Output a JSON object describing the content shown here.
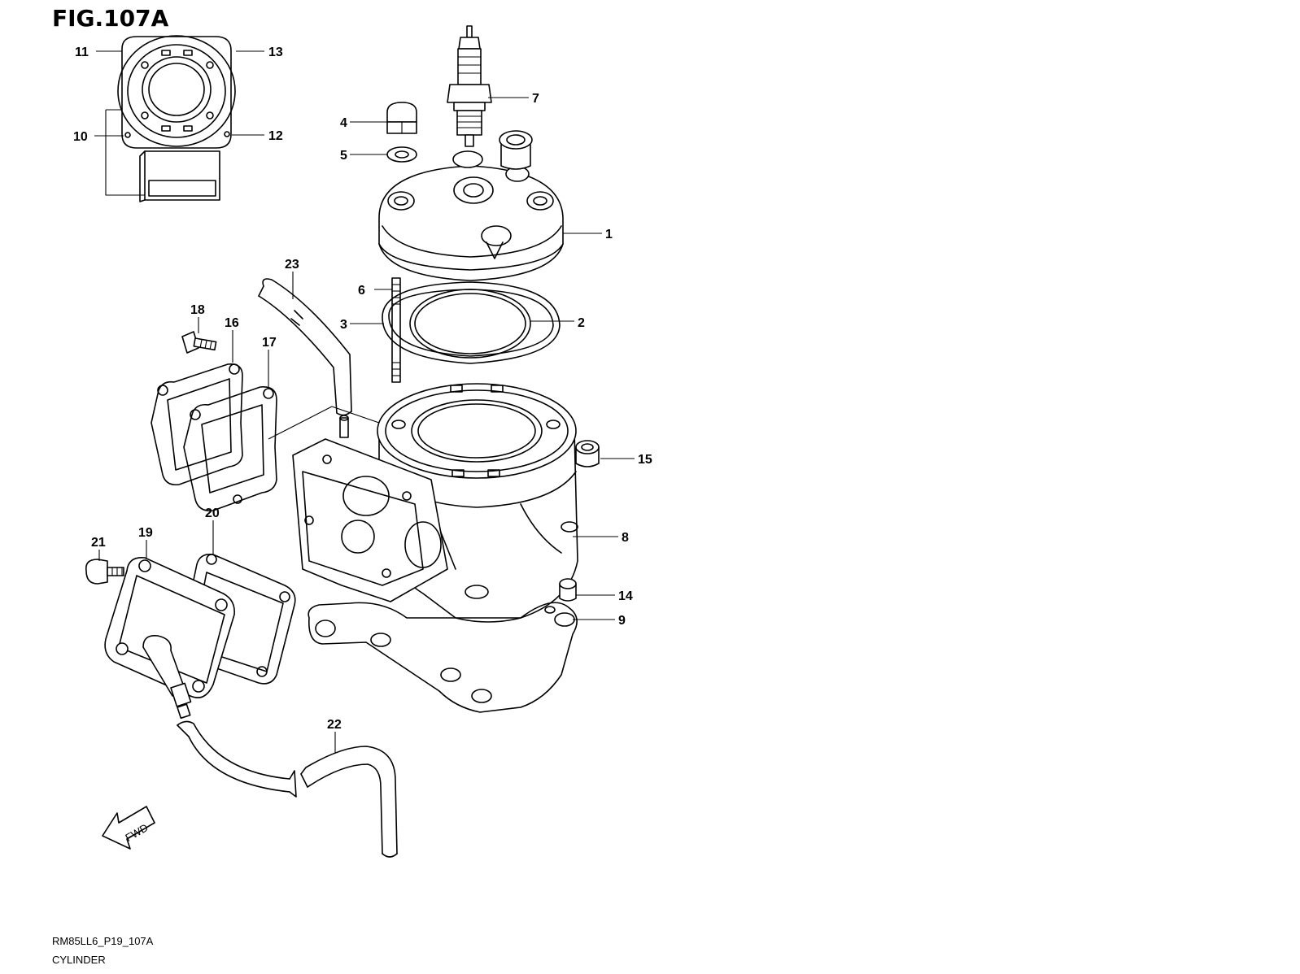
{
  "figure": {
    "title": "FIG.107A",
    "ref_code": "RM85LL6_P19_107A",
    "name": "CYLINDER",
    "fwd_label": "FWD"
  },
  "callouts": [
    "1",
    "2",
    "3",
    "4",
    "5",
    "6",
    "7",
    "8",
    "9",
    "10",
    "11",
    "12",
    "13",
    "14",
    "15",
    "16",
    "17",
    "18",
    "19",
    "20",
    "21",
    "22",
    "23"
  ]
}
